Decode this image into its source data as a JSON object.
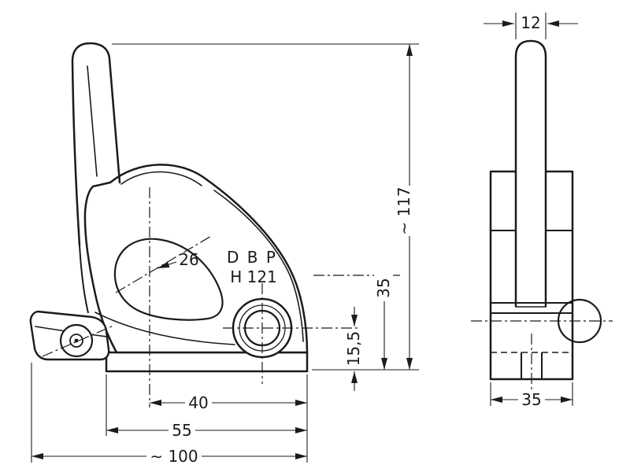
{
  "page": {
    "background": "#ffffff",
    "ink": "#1b1b1b"
  },
  "drawing": {
    "type": "technical-drawing-two-views",
    "labels": {
      "dbp": "D B P",
      "h121": "H 121",
      "cam_diameter": "26"
    },
    "dimensions": {
      "pin_width": "12",
      "overall_height": "∼ 117",
      "hole_center_height": "35",
      "base_to_hole_center": "15,5",
      "hole_offset": "40",
      "base_length": "55",
      "overall_length": "∼ 100",
      "body_width": "35"
    }
  }
}
